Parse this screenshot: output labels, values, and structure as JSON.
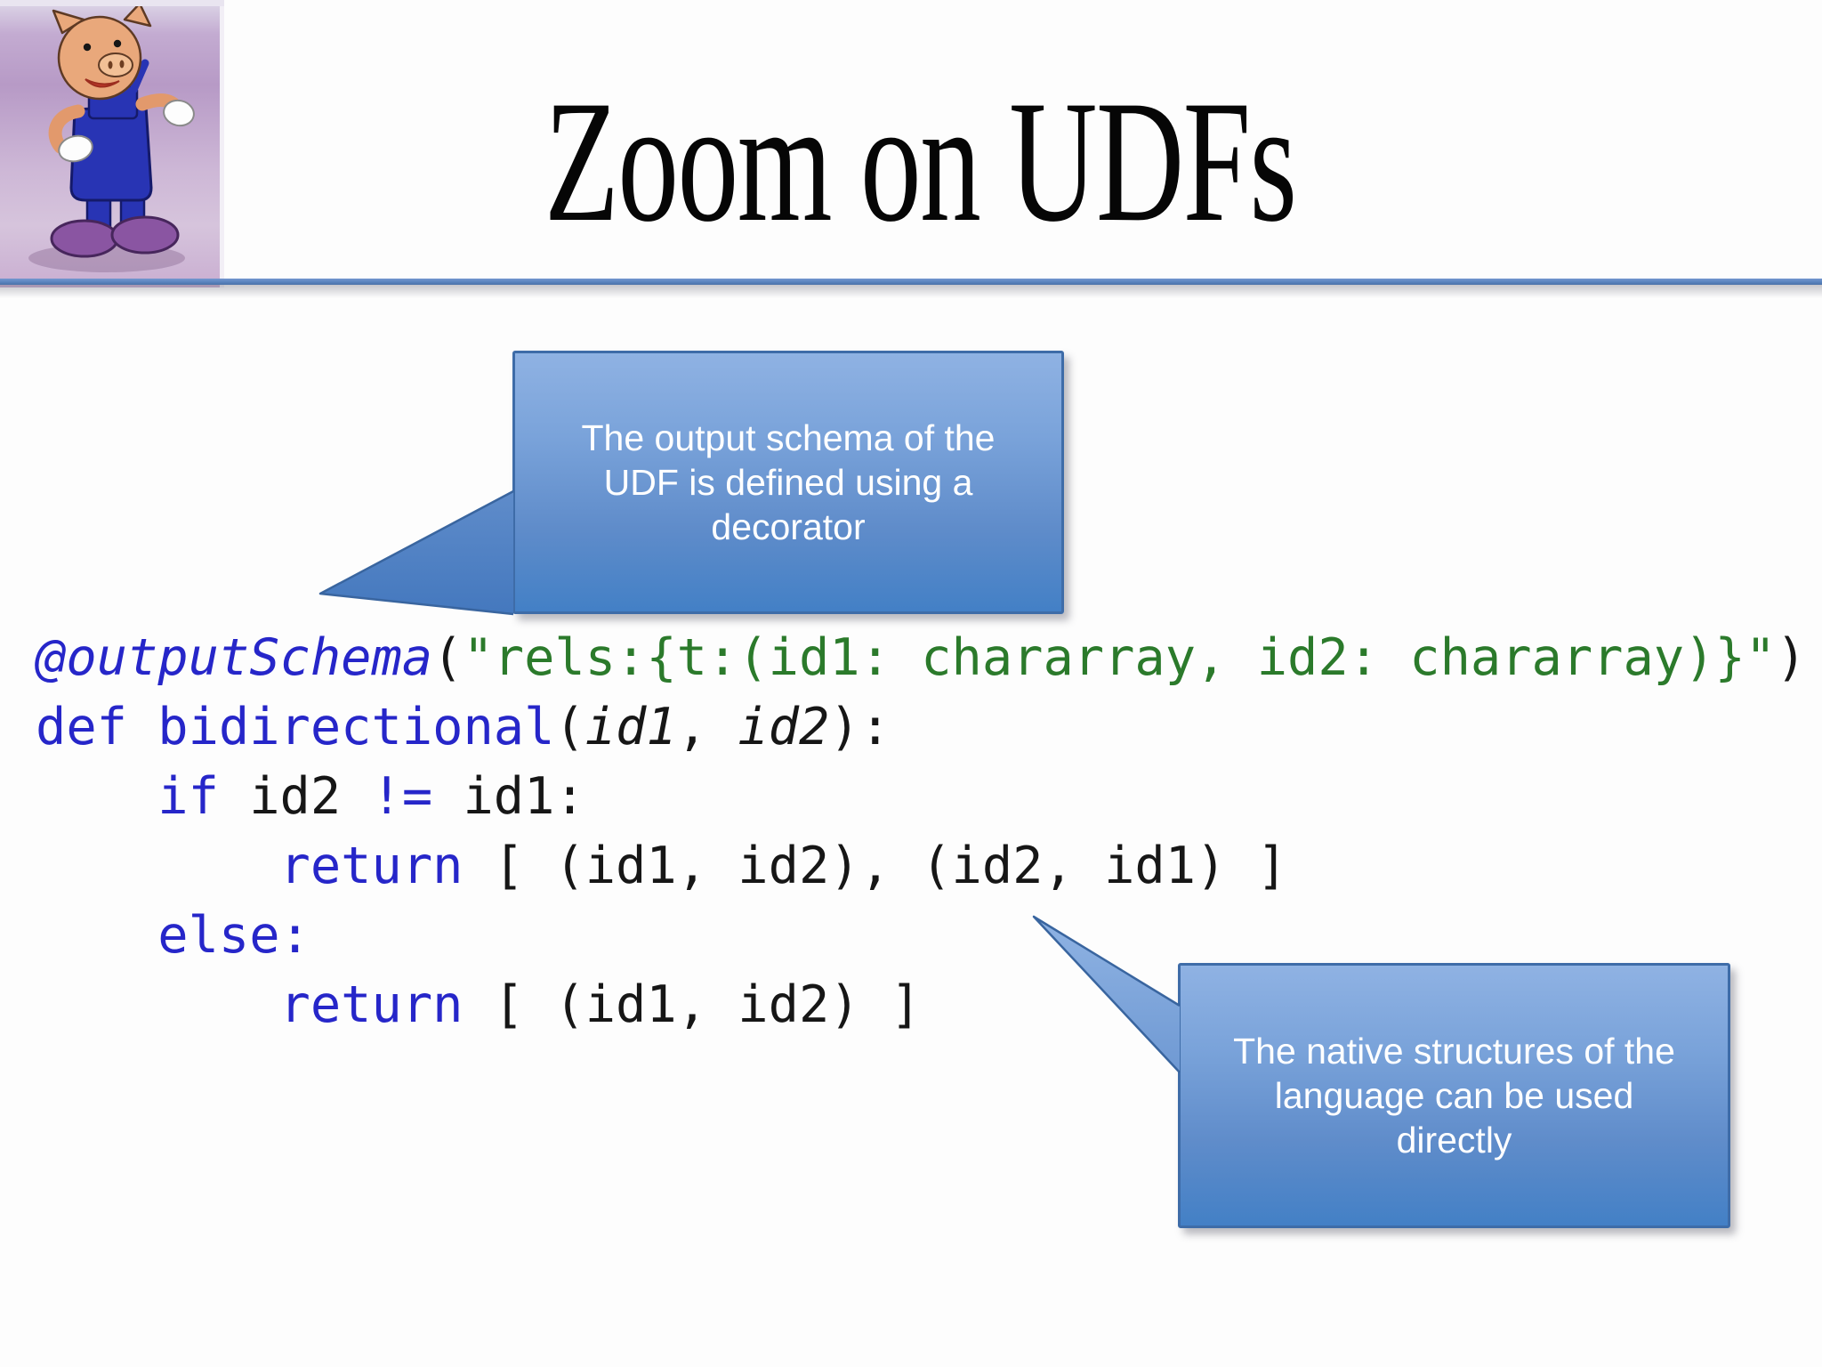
{
  "header": {
    "title": "Zoom on UDFs",
    "logo": "apache-pig-mascot"
  },
  "callouts": {
    "schema": {
      "lines": [
        "The output schema of the",
        "UDF is defined using a",
        "decorator"
      ]
    },
    "native": {
      "lines": [
        "The native structures of the",
        "language can be used",
        "directly"
      ]
    }
  },
  "code": {
    "language": "python",
    "lines": [
      [
        {
          "t": "@outputSchema",
          "c": "k",
          "i": true
        },
        {
          "t": "(",
          "c": "p"
        },
        {
          "t": "\"rels:{t:(id1: chararray, id2: chararray)}\"",
          "c": "s"
        },
        {
          "t": ")",
          "c": "p"
        }
      ],
      [
        {
          "t": "def",
          "c": "k"
        },
        {
          "t": " ",
          "c": "p"
        },
        {
          "t": "bidirectional",
          "c": "k"
        },
        {
          "t": "(",
          "c": "p"
        },
        {
          "t": "id1",
          "c": "p",
          "i": true
        },
        {
          "t": ", ",
          "c": "p"
        },
        {
          "t": "id2",
          "c": "p",
          "i": true
        },
        {
          "t": "):",
          "c": "p"
        }
      ],
      [
        {
          "t": "    ",
          "c": "p"
        },
        {
          "t": "if",
          "c": "k"
        },
        {
          "t": " id2 ",
          "c": "p"
        },
        {
          "t": "!=",
          "c": "k"
        },
        {
          "t": " id1:",
          "c": "p"
        }
      ],
      [
        {
          "t": "        ",
          "c": "p"
        },
        {
          "t": "return",
          "c": "k"
        },
        {
          "t": " [ (id1, id2), (id2, id1) ]",
          "c": "p"
        }
      ],
      [
        {
          "t": "    ",
          "c": "p"
        },
        {
          "t": "else:",
          "c": "k"
        }
      ],
      [
        {
          "t": "        ",
          "c": "p"
        },
        {
          "t": "return",
          "c": "k"
        },
        {
          "t": " [ (id1, id2) ]",
          "c": "p"
        }
      ]
    ]
  },
  "colors": {
    "keyword_blue": "#2626c9",
    "string_green": "#2b7a2b",
    "code_black": "#161616",
    "divider_blue": "#5b84bf",
    "callout_top": "#8fb2e3",
    "callout_bottom": "#4380c6",
    "callout_border": "#3e6ca8",
    "callout_text": "#ffffff"
  }
}
